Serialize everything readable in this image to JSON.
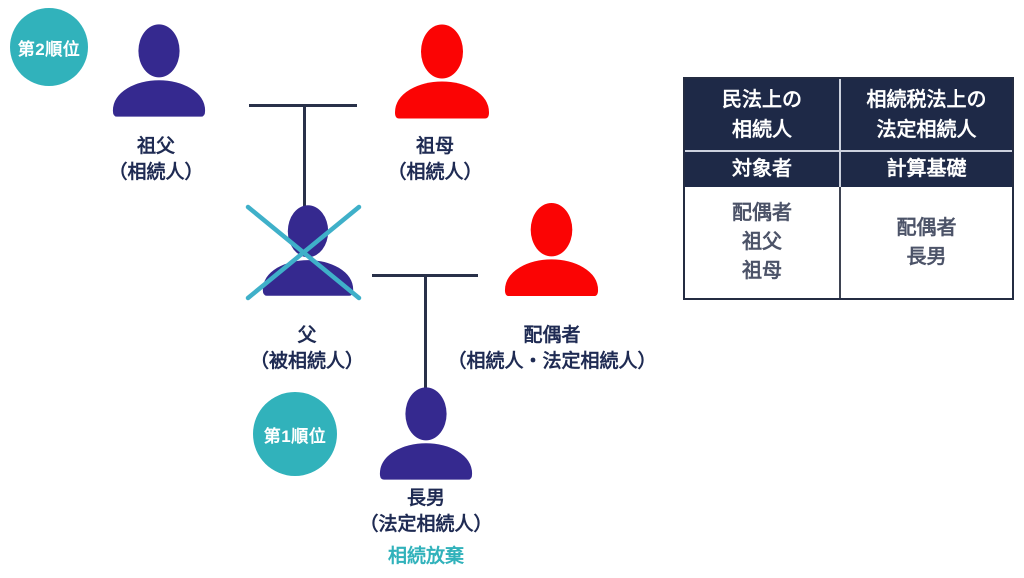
{
  "colors": {
    "navy_icon": "#35298f",
    "red_icon": "#fb0404",
    "teal": "#31b2bb",
    "cross": "#3fb0c9",
    "line": "#293149",
    "label_text": "#1f2b53",
    "table_header_bg": "#1e2947",
    "table_header_text": "#ffffff",
    "table_body_text": "#4c5368",
    "table_border": "#242c42",
    "table_divider_light": "#ccd1de",
    "table_divider_dark": "#3e4352"
  },
  "badges": {
    "rank2_label": "第2順位",
    "rank1_label": "第1順位"
  },
  "family": {
    "grandfather": {
      "name": "祖父",
      "role": "（相続人）",
      "icon": "person-navy"
    },
    "grandmother": {
      "name": "祖母",
      "role": "（相続人）",
      "icon": "person-red"
    },
    "father": {
      "name": "父",
      "role": "（被相続人）",
      "icon": "person-navy-crossed-out"
    },
    "spouse": {
      "name": "配偶者",
      "role": "（相続人・法定相続人）",
      "icon": "person-red"
    },
    "son": {
      "name": "長男",
      "role": "（法定相続人）",
      "note": "相続放棄",
      "icon": "person-navy"
    }
  },
  "table": {
    "columns": [
      {
        "header_lines": [
          "民法上の",
          "相続人"
        ],
        "subheader": "対象者",
        "body_lines": [
          "配偶者",
          "祖父",
          "祖母"
        ]
      },
      {
        "header_lines": [
          "相続税法上の",
          "法定相続人"
        ],
        "subheader": "計算基礎",
        "body_lines": [
          "配偶者",
          "長男"
        ]
      }
    ]
  }
}
